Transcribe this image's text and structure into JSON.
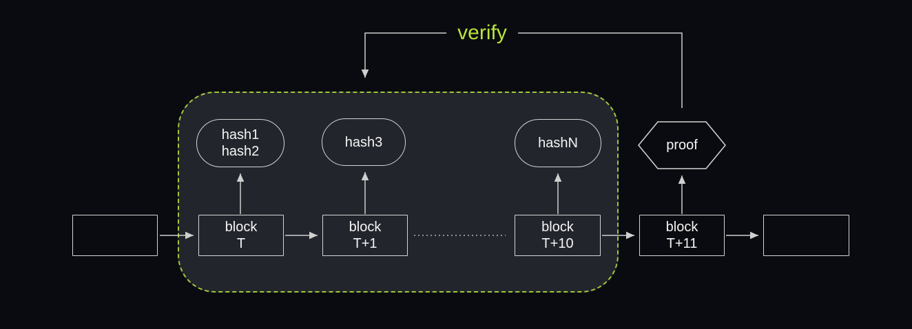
{
  "diagram": {
    "verify_label": "verify",
    "hash_nodes": [
      {
        "id": "hash-1-2",
        "lines": [
          "hash1",
          "hash2"
        ]
      },
      {
        "id": "hash-3",
        "lines": [
          "hash3"
        ]
      },
      {
        "id": "hash-n",
        "lines": [
          "hashN"
        ]
      }
    ],
    "proof_node": {
      "label": "proof"
    },
    "chain_blocks": [
      {
        "id": "block-left-empty",
        "lines": []
      },
      {
        "id": "block-t",
        "lines": [
          "block",
          "T"
        ]
      },
      {
        "id": "block-t1",
        "lines": [
          "block",
          "T+1"
        ]
      },
      {
        "id": "block-t10",
        "lines": [
          "block",
          "T+10"
        ]
      },
      {
        "id": "block-t11",
        "lines": [
          "block",
          "T+11"
        ]
      },
      {
        "id": "block-right-empty",
        "lines": []
      }
    ],
    "colors": {
      "background": "#0a0b10",
      "container_bg": "#22252c",
      "dashed_border": "#a4c93a",
      "verify_text": "#b9e53c",
      "shape_border": "#d6d6d6",
      "shape_text": "#f5f5f5",
      "line": "#cfcfcf"
    }
  }
}
